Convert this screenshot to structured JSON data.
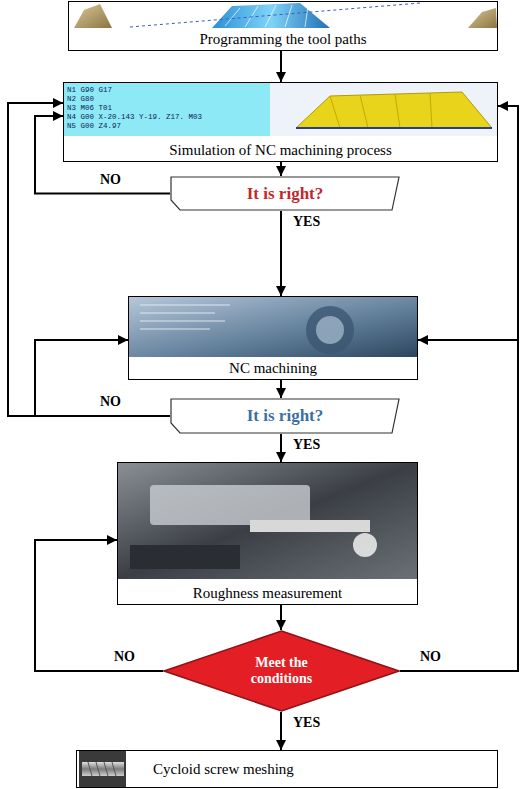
{
  "diagram": {
    "nodes": [
      {
        "text": [
          "Programming the tool paths"
        ]
      },
      {
        "text": [
          "Simulation of NC machining process"
        ]
      },
      {
        "text": [
          "It is right?"
        ]
      },
      {
        "text": [
          "NC machining"
        ]
      },
      {
        "text": [
          "It is right?"
        ]
      },
      {
        "text": [
          "Roughness measurement"
        ]
      },
      {
        "text": [
          "Meet the conditions"
        ]
      },
      {
        "text": [
          "Cycloid screw meshing"
        ]
      }
    ],
    "edges": [
      {
        "from": 0,
        "to": 1,
        "arrow": "to"
      },
      {
        "from": 1,
        "to": 2,
        "arrow": "to"
      },
      {
        "from": 2,
        "to": 1,
        "label": "NO",
        "arrow": "to"
      },
      {
        "from": 2,
        "to": 3,
        "label": "YES",
        "arrow": "to"
      },
      {
        "from": 3,
        "to": 4,
        "arrow": "to"
      },
      {
        "from": 4,
        "to": 3,
        "label": "NO",
        "arrow": "to"
      },
      {
        "from": 4,
        "to": 1,
        "arrow": "to"
      },
      {
        "from": 4,
        "to": 5,
        "label": "YES",
        "arrow": "to"
      },
      {
        "from": 5,
        "to": 6,
        "arrow": "to"
      },
      {
        "from": 6,
        "to": 5,
        "label": "NO",
        "arrow": "to"
      },
      {
        "from": 6,
        "to": 3,
        "label": "NO",
        "arrow": "to"
      },
      {
        "from": 6,
        "to": 1,
        "arrow": "to"
      },
      {
        "from": 6,
        "to": 7,
        "label": "YES",
        "arrow": "to"
      }
    ],
    "labels": [
      "N1 G90 G17",
      "N2 G80",
      "N3 M06 T01",
      "N4 G00 X-20.143 Y-19. Z17. M03",
      "N5 G00 Z4.97"
    ]
  }
}
